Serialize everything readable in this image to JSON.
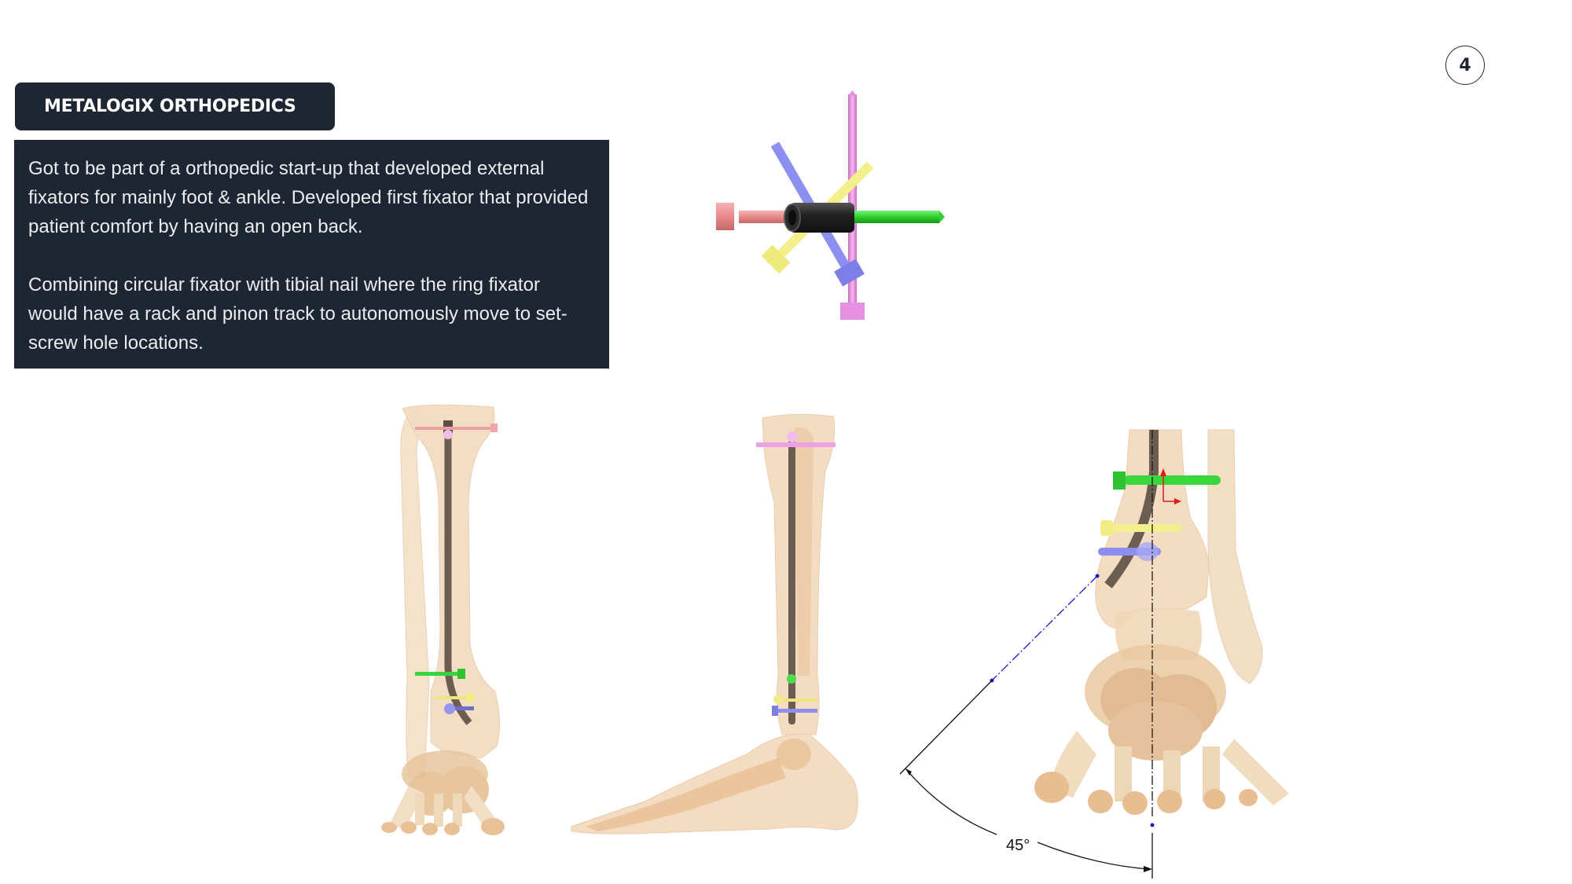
{
  "page": {
    "number": "4"
  },
  "header": {
    "title": "METALOGIX ORTHOPEDICS"
  },
  "description": {
    "paragraphs": [
      "Got to be part of a orthopedic start-up that developed external fixators for mainly foot & ankle. Developed first fixator that provided patient comfort by having an open back.",
      "Combining circular fixator with tibial nail where the ring fixator would have a rack and pinon track to autonomously move to set-screw hole locations."
    ]
  },
  "figures": {
    "axis_model": {
      "label": "fixator-screw-axes-model"
    },
    "anterior_view": {
      "label": "tibial-nail-anterior-view"
    },
    "lateral_view": {
      "label": "tibial-nail-lateral-view"
    },
    "ankle_detail": {
      "label": "ankle-detail-view",
      "angle_annotation": "45°"
    }
  },
  "colors": {
    "panel_bg": "#1e2633",
    "panel_text": "#ffffff",
    "bone": "#f1d9bd",
    "bone_dark": "#e4b27c",
    "nail": "#6b5e50",
    "screw_pink": "#e78fe0",
    "screw_red": "#e88a8a",
    "screw_green": "#2fd12f",
    "screw_yellow": "#f3ef8a",
    "screw_blue": "#8c8ef0",
    "dim_blue": "#1a1ad0"
  }
}
